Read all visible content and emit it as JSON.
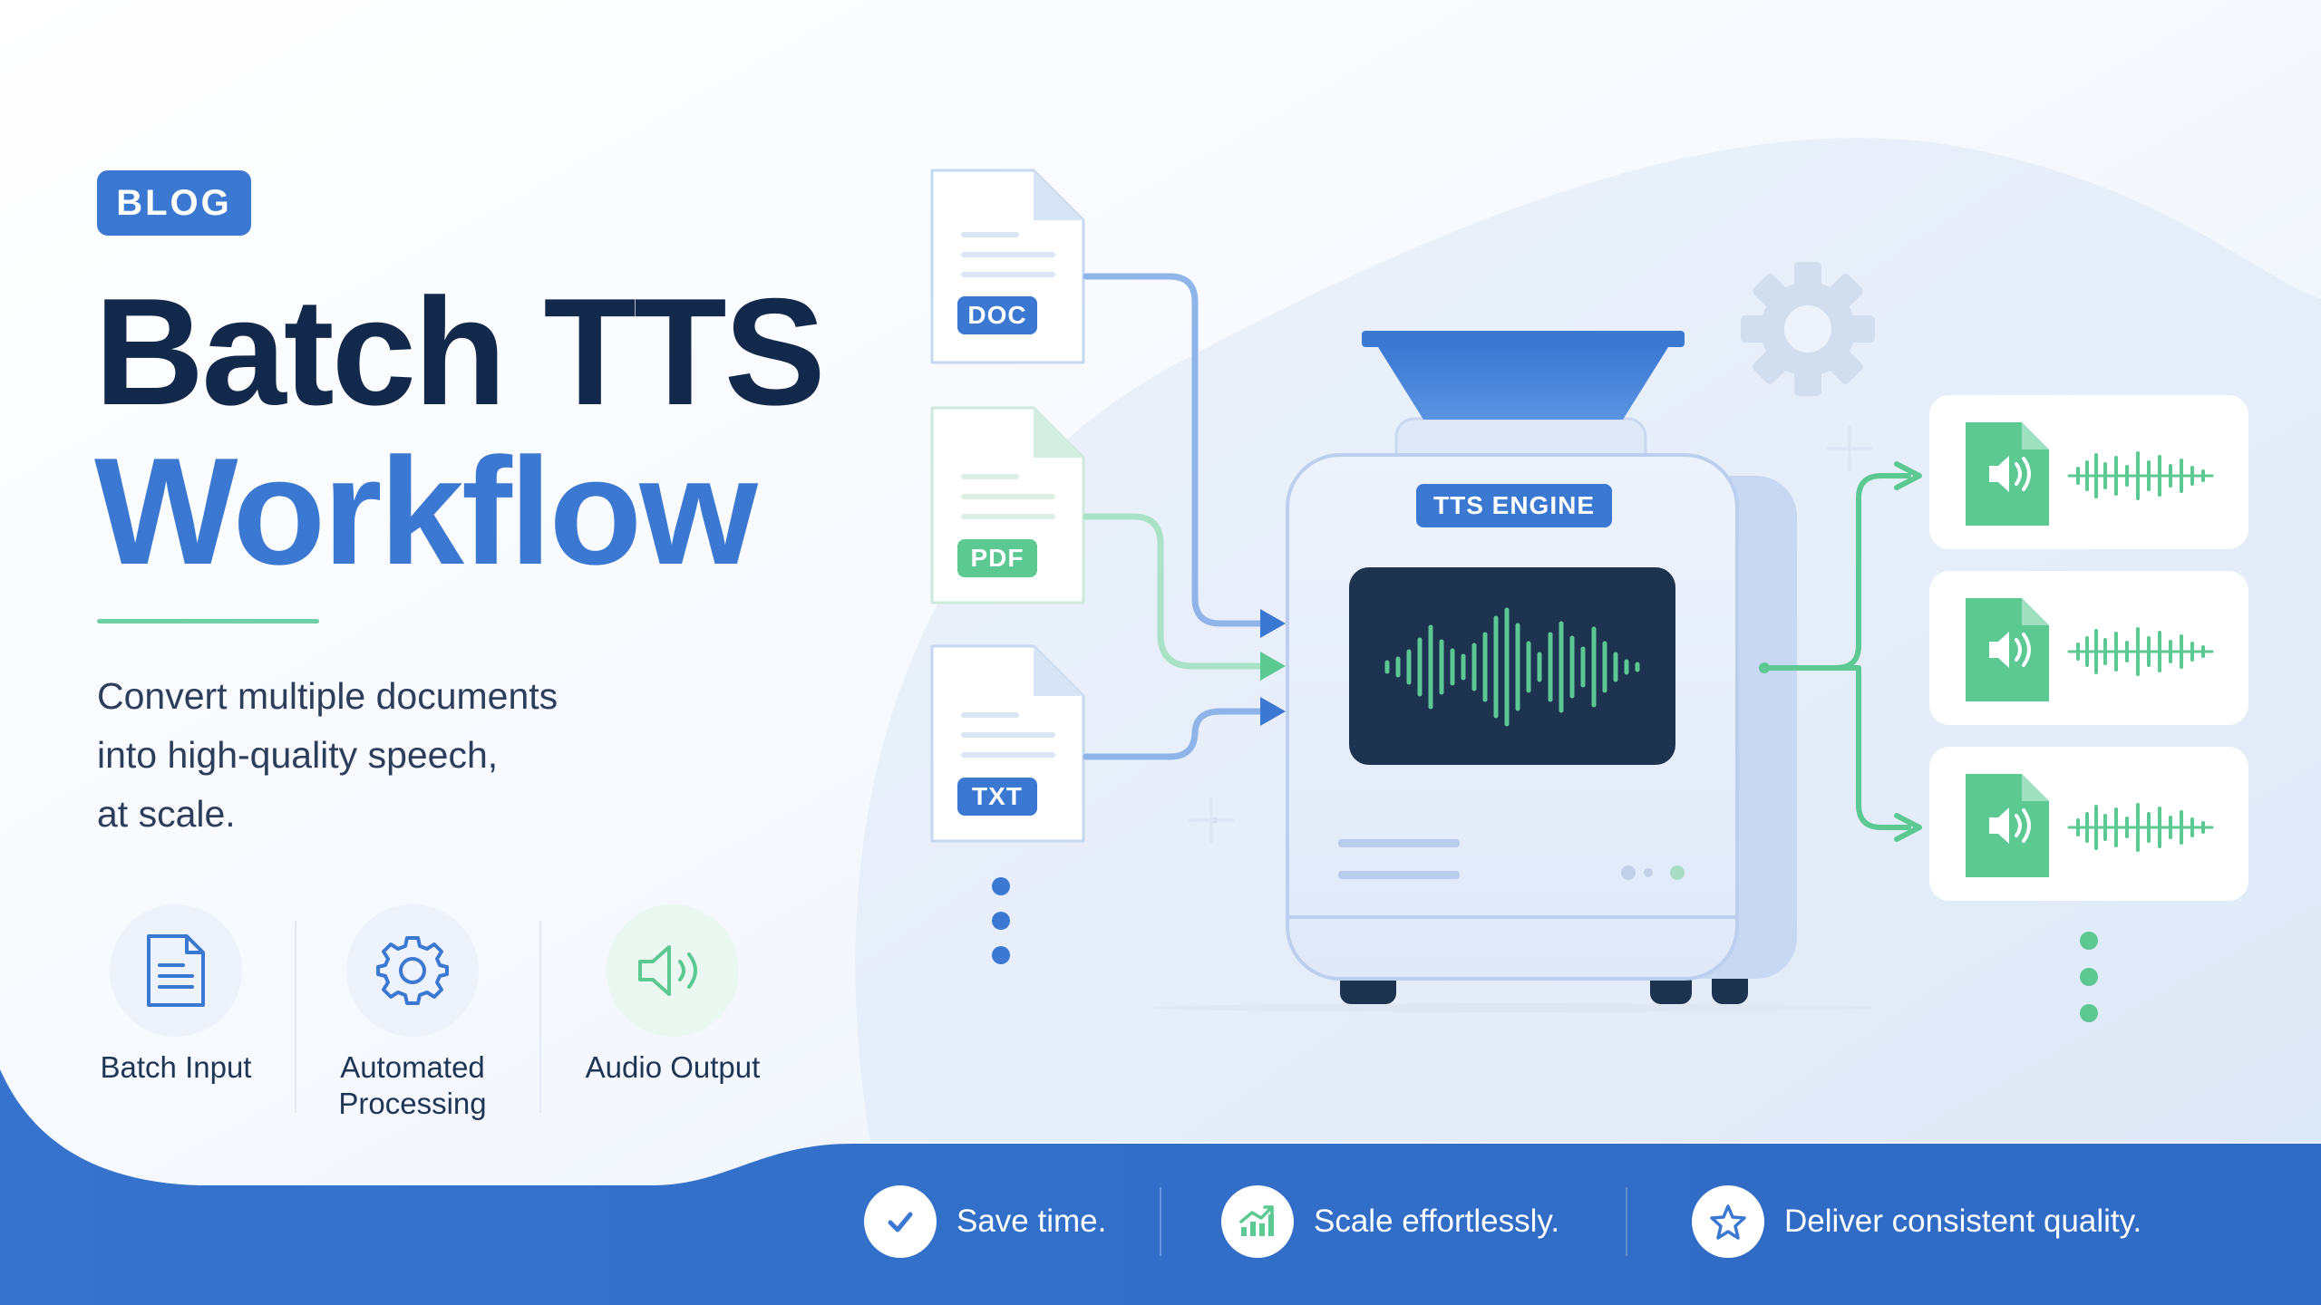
{
  "badge": {
    "label": "BLOG"
  },
  "title": {
    "line1": "Batch TTS",
    "line2": "Workflow"
  },
  "subtitle": {
    "lines": [
      "Convert multiple documents",
      "into high-quality speech,",
      "at scale."
    ]
  },
  "features": [
    {
      "icon": "document-icon",
      "lines": [
        "Batch Input"
      ]
    },
    {
      "icon": "gear-icon",
      "lines": [
        "Automated",
        "Processing"
      ]
    },
    {
      "icon": "speaker-icon",
      "lines": [
        "Audio Output"
      ]
    }
  ],
  "inputs": [
    {
      "type": "DOC",
      "color": "#3a78d2"
    },
    {
      "type": "PDF",
      "color": "#5cc892"
    },
    {
      "type": "TXT",
      "color": "#3a78d2"
    }
  ],
  "engine": {
    "label": "TTS ENGINE"
  },
  "outputs": {
    "count": 3,
    "icon": "audio-file-icon"
  },
  "bottom_bar": [
    {
      "icon": "check-icon",
      "text": "Save time."
    },
    {
      "icon": "growth-chart-icon",
      "text": "Scale effortlessly."
    },
    {
      "icon": "star-icon",
      "text": "Deliver consistent quality."
    }
  ],
  "colors": {
    "primary_blue": "#3a78d2",
    "navy": "#13294b",
    "accent_green": "#5cc892",
    "screen_dark": "#1e3350",
    "footer_blue": "#3170c9"
  }
}
